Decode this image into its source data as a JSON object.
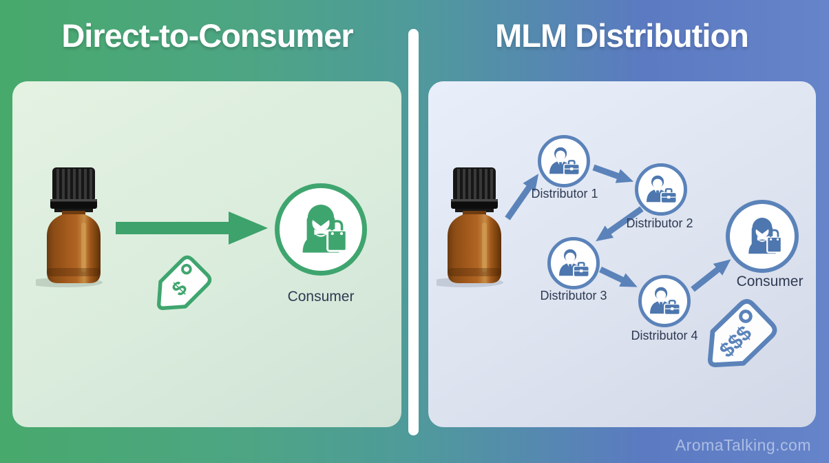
{
  "header": {
    "left_title": "Direct-to-Consumer",
    "right_title": "MLM Distribution"
  },
  "left_panel": {
    "consumer_label": "Consumer",
    "price_tag_text": "$"
  },
  "right_panel": {
    "distributors": [
      {
        "label": "Distributor 1"
      },
      {
        "label": "Distributor 2"
      },
      {
        "label": "Distributor 3"
      },
      {
        "label": "Distributor 4"
      }
    ],
    "consumer_label": "Consumer",
    "price_tag_text": "$$$"
  },
  "watermark": "AromaTalking.com",
  "colors": {
    "green_accent": "#3fa56e",
    "blue_accent": "#5b83ba",
    "background_green": "#48a96c",
    "background_blue": "#6684c9",
    "label_dark": "#2e3a52",
    "bottle_amber": "#a35a1c"
  }
}
